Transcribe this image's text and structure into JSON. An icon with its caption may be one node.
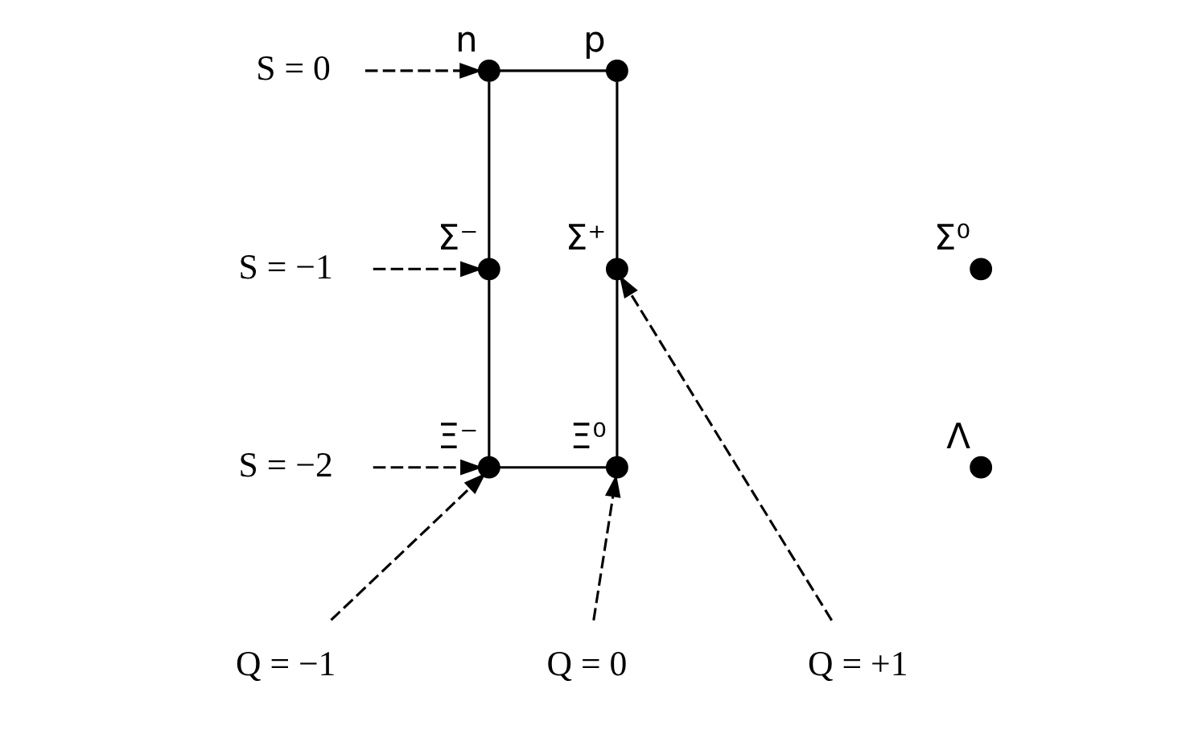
{
  "diagram": {
    "nodes": [
      {
        "text": [
          "S = 0"
        ]
      },
      {
        "text": [
          "n"
        ]
      },
      {
        "text": [
          "p"
        ]
      },
      {
        "text": [
          "S = −1"
        ]
      },
      {
        "text": [
          "Σ⁻"
        ]
      },
      {
        "text": [
          "Σ⁰"
        ]
      },
      {
        "text": [
          "Σ⁺"
        ]
      },
      {
        "text": [
          "Λ"
        ]
      },
      {
        "text": [
          "S = −2"
        ]
      },
      {
        "text": [
          "Ξ⁻"
        ]
      },
      {
        "text": [
          "Ξ⁰"
        ]
      },
      {
        "text": [
          "Q = −1"
        ]
      },
      {
        "text": [
          "Q = 0"
        ]
      },
      {
        "text": [
          "Q = +1"
        ]
      }
    ],
    "edges": [
      {
        "from": 1,
        "to": 2,
        "arrow": "none"
      },
      {
        "from": 2,
        "to": 6,
        "arrow": "none"
      },
      {
        "from": 6,
        "to": 10,
        "arrow": "none"
      },
      {
        "from": 9,
        "to": 10,
        "arrow": "none"
      },
      {
        "from": 4,
        "to": 9,
        "arrow": "none"
      },
      {
        "from": 1,
        "to": 4,
        "arrow": "none"
      },
      {
        "from": 0,
        "to": 1,
        "arrow": "to",
        "style": "dashed"
      },
      {
        "from": 3,
        "to": 4,
        "arrow": "to",
        "style": "dashed"
      },
      {
        "from": 8,
        "to": 9,
        "arrow": "to",
        "style": "dashed"
      },
      {
        "from": 11,
        "to": 9,
        "arrow": "to",
        "style": "dashed"
      },
      {
        "from": 12,
        "to": 10,
        "arrow": "to",
        "style": "dashed"
      },
      {
        "from": 13,
        "to": 6,
        "arrow": "to",
        "style": "dashed"
      }
    ]
  }
}
